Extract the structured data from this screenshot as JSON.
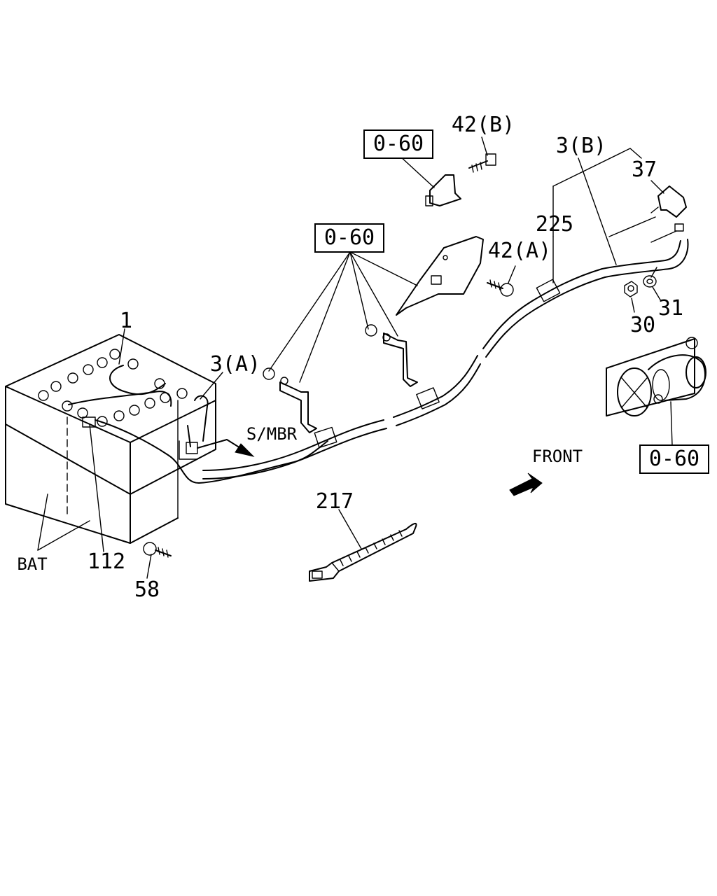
{
  "diagram": {
    "part_callouts": [
      {
        "id": "p1",
        "text": "1"
      },
      {
        "id": "p3a",
        "text": "3(A)"
      },
      {
        "id": "p3b",
        "text": "3(B)"
      },
      {
        "id": "p30",
        "text": "30"
      },
      {
        "id": "p31",
        "text": "31"
      },
      {
        "id": "p37",
        "text": "37"
      },
      {
        "id": "p42a",
        "text": "42(A)"
      },
      {
        "id": "p42b",
        "text": "42(B)"
      },
      {
        "id": "p58",
        "text": "58"
      },
      {
        "id": "p112",
        "text": "112"
      },
      {
        "id": "p217",
        "text": "217"
      },
      {
        "id": "p225",
        "text": "225"
      }
    ],
    "reference_boxes": [
      {
        "id": "ref-top",
        "text": "0-60"
      },
      {
        "id": "ref-mid",
        "text": "0-60"
      },
      {
        "id": "ref-starter",
        "text": "0-60"
      }
    ],
    "labels": {
      "battery": "BAT",
      "smbr": "S/MBR",
      "front": "FRONT"
    }
  }
}
